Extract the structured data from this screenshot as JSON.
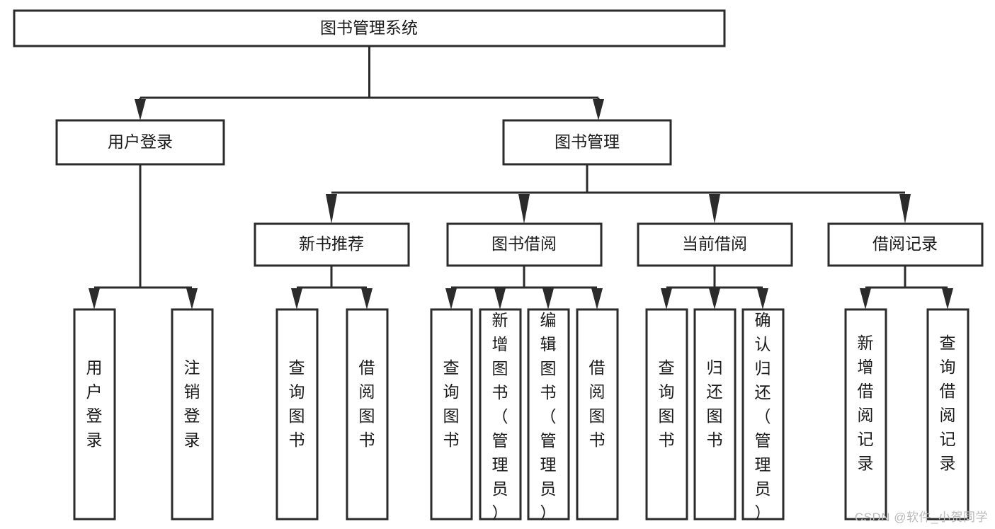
{
  "diagram": {
    "title": "图书管理系统",
    "type": "tree-hierarchy-diagram",
    "colors": {
      "stroke": "#2b2b2b",
      "fill": "#ffffff",
      "text": "#1a1a1a",
      "watermark": "#b9b9b9"
    },
    "root": {
      "label": "图书管理系统"
    },
    "level2": [
      {
        "label": "用户登录"
      },
      {
        "label": "图书管理"
      }
    ],
    "level3": [
      {
        "label": "新书推荐"
      },
      {
        "label": "图书借阅"
      },
      {
        "label": "当前借阅"
      },
      {
        "label": "借阅记录"
      }
    ],
    "leaves": {
      "user_login": [
        {
          "label": "用户登录"
        },
        {
          "label": "注销登录"
        }
      ],
      "new_book_recommend": [
        {
          "label": "查询图书"
        },
        {
          "label": "借阅图书"
        }
      ],
      "book_borrow": [
        {
          "label": "查询图书"
        },
        {
          "label": "新增图书（管理员）"
        },
        {
          "label": "编辑图书（管理员）"
        },
        {
          "label": "借阅图书"
        }
      ],
      "current_borrow": [
        {
          "label": "查询图书"
        },
        {
          "label": "归还图书"
        },
        {
          "label": "确认归还（管理员）"
        }
      ],
      "borrow_record": [
        {
          "label": "新增借阅记录"
        },
        {
          "label": "查询借阅记录"
        }
      ]
    },
    "watermark": "CSDN @软件_小贺同学"
  }
}
